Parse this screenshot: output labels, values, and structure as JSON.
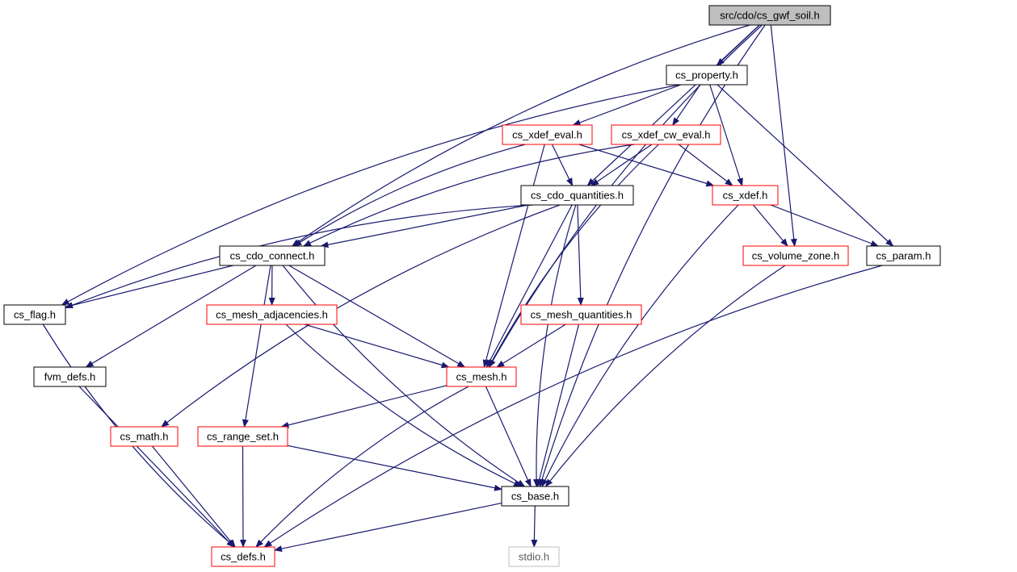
{
  "nodes": {
    "cs_gwf_soil": {
      "label": "src/cdo/cs_gwf_soil.h",
      "style": "root"
    },
    "cs_property": {
      "label": "cs_property.h",
      "style": "black"
    },
    "cs_xdef_eval": {
      "label": "cs_xdef_eval.h",
      "style": "red"
    },
    "cs_xdef_cw_eval": {
      "label": "cs_xdef_cw_eval.h",
      "style": "red"
    },
    "cs_cdo_quantities": {
      "label": "cs_cdo_quantities.h",
      "style": "black"
    },
    "cs_xdef": {
      "label": "cs_xdef.h",
      "style": "red"
    },
    "cs_cdo_connect": {
      "label": "cs_cdo_connect.h",
      "style": "black"
    },
    "cs_volume_zone": {
      "label": "cs_volume_zone.h",
      "style": "red"
    },
    "cs_param": {
      "label": "cs_param.h",
      "style": "black"
    },
    "cs_flag": {
      "label": "cs_flag.h",
      "style": "black"
    },
    "cs_mesh_adjacencies": {
      "label": "cs_mesh_adjacencies.h",
      "style": "red"
    },
    "cs_mesh_quantities": {
      "label": "cs_mesh_quantities.h",
      "style": "red"
    },
    "fvm_defs": {
      "label": "fvm_defs.h",
      "style": "black"
    },
    "cs_mesh": {
      "label": "cs_mesh.h",
      "style": "red"
    },
    "cs_math": {
      "label": "cs_math.h",
      "style": "red"
    },
    "cs_range_set": {
      "label": "cs_range_set.h",
      "style": "red"
    },
    "cs_base": {
      "label": "cs_base.h",
      "style": "black"
    },
    "cs_defs": {
      "label": "cs_defs.h",
      "style": "red"
    },
    "stdio": {
      "label": "stdio.h",
      "style": "grey"
    }
  },
  "colors": {
    "edge": "#191970",
    "black_border": "#000000",
    "red_border": "#ff0000",
    "grey_border": "#bfbfbf",
    "grey_text": "#5a5a5a",
    "root_fill": "#bfbfbf",
    "node_fill": "#ffffff"
  },
  "edges": [
    [
      "cs_gwf_soil",
      "cs_property"
    ],
    [
      "cs_gwf_soil",
      "cs_cdo_quantities"
    ],
    [
      "cs_gwf_soil",
      "cs_cdo_connect"
    ],
    [
      "cs_gwf_soil",
      "cs_volume_zone"
    ],
    [
      "cs_gwf_soil",
      "cs_mesh"
    ],
    [
      "cs_gwf_soil",
      "cs_base"
    ],
    [
      "cs_property",
      "cs_xdef_eval"
    ],
    [
      "cs_property",
      "cs_xdef_cw_eval"
    ],
    [
      "cs_property",
      "cs_xdef"
    ],
    [
      "cs_property",
      "cs_param"
    ],
    [
      "cs_property",
      "cs_flag"
    ],
    [
      "cs_xdef_eval",
      "cs_cdo_quantities"
    ],
    [
      "cs_xdef_eval",
      "cs_cdo_connect"
    ],
    [
      "cs_xdef_eval",
      "cs_xdef"
    ],
    [
      "cs_xdef_eval",
      "cs_mesh"
    ],
    [
      "cs_xdef_cw_eval",
      "cs_cdo_quantities"
    ],
    [
      "cs_xdef_cw_eval",
      "cs_cdo_connect"
    ],
    [
      "cs_xdef_cw_eval",
      "cs_xdef"
    ],
    [
      "cs_xdef_cw_eval",
      "cs_mesh"
    ],
    [
      "cs_cdo_quantities",
      "cs_cdo_connect"
    ],
    [
      "cs_cdo_quantities",
      "cs_flag"
    ],
    [
      "cs_cdo_quantities",
      "cs_math"
    ],
    [
      "cs_cdo_quantities",
      "cs_mesh_quantities"
    ],
    [
      "cs_cdo_quantities",
      "cs_mesh"
    ],
    [
      "cs_cdo_quantities",
      "cs_base"
    ],
    [
      "cs_xdef",
      "cs_volume_zone"
    ],
    [
      "cs_xdef",
      "cs_param"
    ],
    [
      "cs_xdef",
      "cs_base"
    ],
    [
      "cs_cdo_connect",
      "cs_flag"
    ],
    [
      "cs_cdo_connect",
      "fvm_defs"
    ],
    [
      "cs_cdo_connect",
      "cs_mesh_adjacencies"
    ],
    [
      "cs_cdo_connect",
      "cs_range_set"
    ],
    [
      "cs_cdo_connect",
      "cs_mesh"
    ],
    [
      "cs_cdo_connect",
      "cs_base"
    ],
    [
      "cs_volume_zone",
      "cs_base"
    ],
    [
      "cs_param",
      "cs_defs"
    ],
    [
      "cs_flag",
      "cs_defs"
    ],
    [
      "cs_mesh_adjacencies",
      "cs_mesh"
    ],
    [
      "cs_mesh_adjacencies",
      "cs_base"
    ],
    [
      "cs_mesh_quantities",
      "cs_mesh"
    ],
    [
      "cs_mesh_quantities",
      "cs_base"
    ],
    [
      "fvm_defs",
      "cs_defs"
    ],
    [
      "cs_mesh",
      "cs_range_set"
    ],
    [
      "cs_mesh",
      "cs_base"
    ],
    [
      "cs_mesh",
      "cs_defs"
    ],
    [
      "cs_math",
      "cs_defs"
    ],
    [
      "cs_range_set",
      "cs_base"
    ],
    [
      "cs_range_set",
      "cs_defs"
    ],
    [
      "cs_base",
      "cs_defs"
    ],
    [
      "cs_base",
      "stdio"
    ]
  ]
}
